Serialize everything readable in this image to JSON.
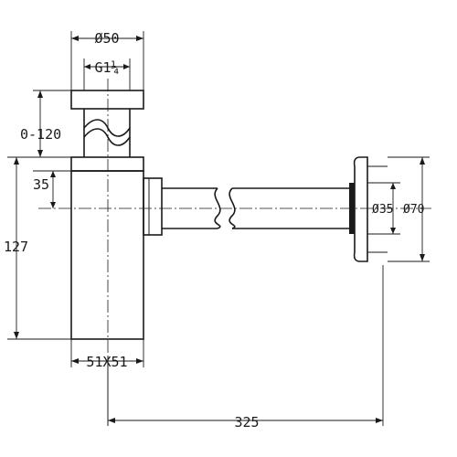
{
  "dimensions": {
    "cap_diameter": "Ø50",
    "thread": "G1¼",
    "adjust_range": "0-120",
    "outlet_height": "35",
    "body_height": "127",
    "body_section": "51X51",
    "wall_pipe_diameter": "Ø35",
    "flange_diameter": "Ø70",
    "projection": "325"
  }
}
